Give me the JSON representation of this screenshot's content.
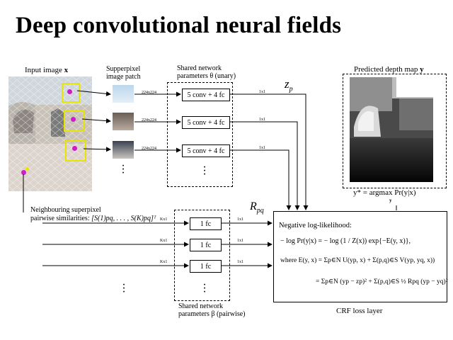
{
  "slide": {
    "title": "Deep convolutional neural fields"
  },
  "input": {
    "label": "Input image",
    "var": "x"
  },
  "superpixel": {
    "label_line1": "Supperpixel",
    "label_line2": "image patch"
  },
  "unary": {
    "caption_line1": "Shared network",
    "caption_line2": "parameters θ (unary)",
    "box_label": "5 conv  + 4 fc",
    "size_in": "224x224",
    "size_out": "1x1",
    "output_var": "z",
    "output_sub": "p"
  },
  "pairwise": {
    "neighbour_line1": "Neighbouring superpixel",
    "neighbour_line2": "pairwise similarities:",
    "similarities": "[S(1)pq, . . . , S(K)pq]ᵀ",
    "box_label": "1 fc",
    "size_in": "Kx1",
    "size_out": "1x1",
    "output_var": "R",
    "output_sub": "pq",
    "caption_line1": "Shared network",
    "caption_line2": "parameters β (pairwise)"
  },
  "depth": {
    "label": "Predicted depth map",
    "var": "y",
    "argmax": "y* = argmax Pr(y|x)",
    "argmax_sub": "y"
  },
  "crf": {
    "nll_label": "Negative log-likelihood:",
    "line1": "− log Pr(y|x) = − log (1 / Z(x)) exp{−E(y, x)},",
    "line2": "where E(y, x) = Σp∈N U(yp, x) + Σ(p,q)∈S V(yp, yq, x))",
    "line3": "= Σp∈N (yp − zp)² + Σ(p,q)∈S ½ Rpq (yp − yq)²",
    "caption": "CRF loss layer"
  },
  "colors": {
    "background": "#ffffff",
    "ink": "#000000",
    "highlight_box": "#e8e600",
    "superpixel_dot": "#d01cc8"
  }
}
